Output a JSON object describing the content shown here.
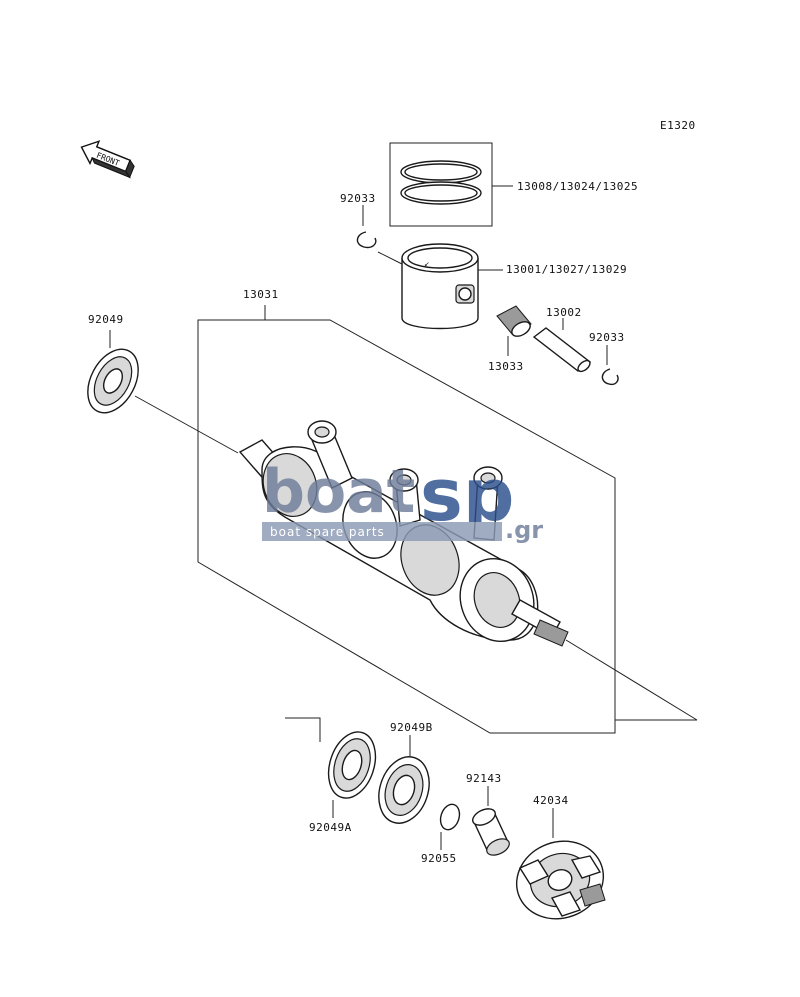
{
  "diagram_code": "E1320",
  "front_label": "FRONT",
  "labels": {
    "piston_rings": "13008/13024/13025",
    "piston": "13001/13027/13029",
    "circlip_top": "92033",
    "circlip_right": "92033",
    "piston_pin": "13002",
    "needle_bearing": "13033",
    "crankshaft_assy": "13031",
    "oil_seal_left": "92049",
    "oil_seal_a": "92049A",
    "bearing_b": "92049B",
    "o_ring": "92055",
    "collar": "92143",
    "coupling": "42034"
  },
  "watermark": {
    "brand_main": "boat",
    "brand_accent": "sp",
    "domain": ".gr",
    "tagline": "boat spare parts",
    "colors": {
      "main": "#6e7d9a",
      "accent": "#2b4f8c",
      "tag_bg": "#8c9ab4"
    }
  }
}
